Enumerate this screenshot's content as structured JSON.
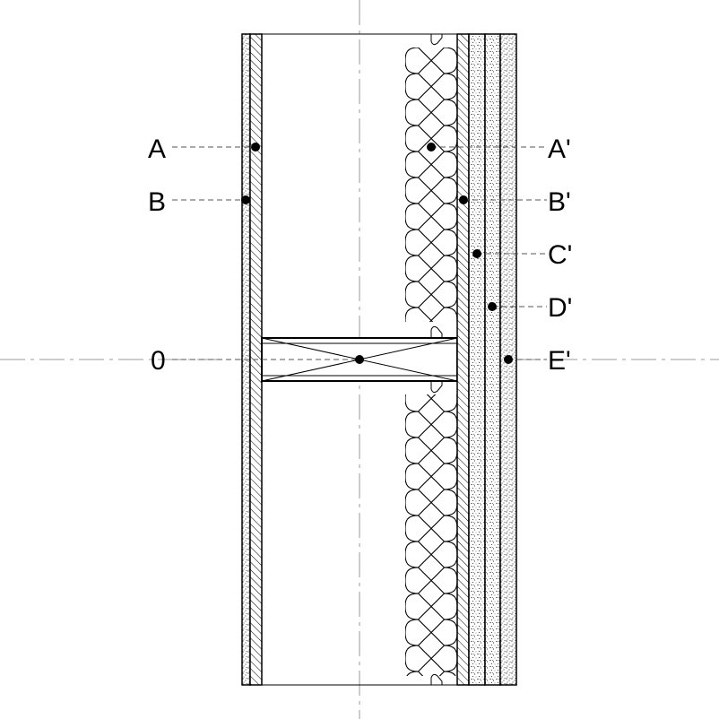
{
  "diagram": {
    "labels": {
      "a": "A",
      "b": "B",
      "zero": "0",
      "a_prime": "A'",
      "b_prime": "B'",
      "c_prime": "C'",
      "d_prime": "D'",
      "e_prime": "E'"
    },
    "colors": {
      "line": "#000000",
      "leader": "#555555",
      "centerline": "#999999",
      "background": "#ffffff"
    }
  }
}
